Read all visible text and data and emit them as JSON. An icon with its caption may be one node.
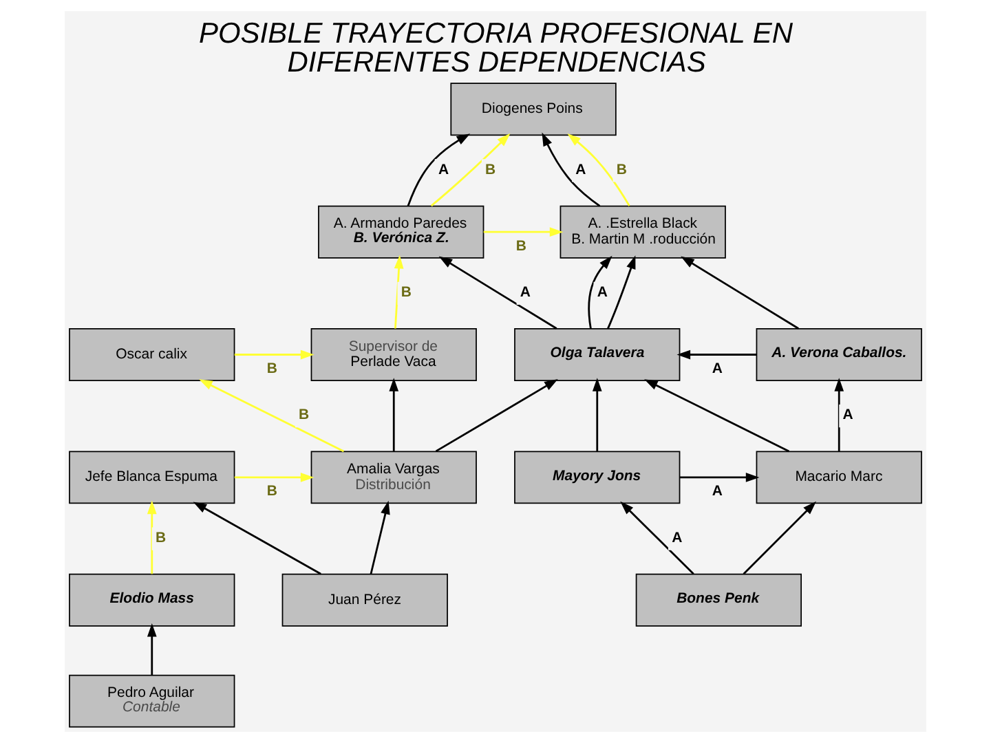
{
  "diagram": {
    "title": "POSIBLE TRAYECTORIA PROFESIONAL EN DIFERENTES DEPENDENCIAS",
    "nodes": [
      {
        "text": [
          "Diogenes Poins"
        ]
      },
      {
        "text": [
          "A. .Estrella Black",
          "B. Martin M .roducción"
        ]
      },
      {
        "text": [
          "A. Armando Paredes",
          "B. Verónica Z."
        ]
      },
      {
        "text": [
          "A. Verona Caballos."
        ]
      },
      {
        "text": [
          "Olga Talavera"
        ]
      },
      {
        "text": [
          "Oscar calix"
        ]
      },
      {
        "text": [
          "Supervisor de",
          "Perlade Vaca"
        ]
      },
      {
        "text": [
          "Macario Marc"
        ]
      },
      {
        "text": [
          "Mayory Jons"
        ]
      },
      {
        "text": [
          "Amalia Vargas",
          "Distribución"
        ]
      },
      {
        "text": [
          "Jefe Blanca Espuma"
        ]
      },
      {
        "text": [
          "Bones Penk"
        ]
      },
      {
        "text": [
          "Juan Pérez"
        ]
      },
      {
        "text": [
          "Elodio Mass"
        ]
      },
      {
        "text": [
          "Pedro Aguilar",
          "Contable"
        ]
      }
    ],
    "edges": [
      {
        "from": 1,
        "to": 0,
        "arrow": "to",
        "label": "A"
      },
      {
        "from": 1,
        "to": 0,
        "arrow": "to",
        "label": "B",
        "color": "#ffff33"
      },
      {
        "from": 2,
        "to": 0,
        "arrow": "to",
        "label": "A"
      },
      {
        "from": 2,
        "to": 0,
        "arrow": "to",
        "label": "B",
        "color": "#ffff33"
      },
      {
        "from": 2,
        "to": 1,
        "arrow": "to",
        "label": "B",
        "color": "#ffff33"
      },
      {
        "from": 4,
        "to": 1,
        "arrow": "to",
        "label": "A"
      },
      {
        "from": 4,
        "to": 2,
        "arrow": "to",
        "label": "A"
      },
      {
        "from": 4,
        "to": 1,
        "arrow": "to"
      },
      {
        "from": 3,
        "to": 1,
        "arrow": "to"
      },
      {
        "from": 3,
        "to": 4,
        "arrow": "to",
        "label": "A"
      },
      {
        "from": 6,
        "to": 2,
        "arrow": "to",
        "label": "B",
        "color": "#ffff33"
      },
      {
        "from": 5,
        "to": 6,
        "arrow": "to",
        "label": "B",
        "color": "#ffff33"
      },
      {
        "from": 7,
        "to": 3,
        "arrow": "to",
        "label": "A"
      },
      {
        "from": 7,
        "to": 4,
        "arrow": "to"
      },
      {
        "from": 8,
        "to": 4,
        "arrow": "to"
      },
      {
        "from": 8,
        "to": 7,
        "arrow": "to",
        "label": "A"
      },
      {
        "from": 9,
        "to": 4,
        "arrow": "to"
      },
      {
        "from": 9,
        "to": 5,
        "arrow": "to",
        "label": "B",
        "color": "#ffff33"
      },
      {
        "from": 9,
        "to": 6,
        "arrow": "to"
      },
      {
        "from": 10,
        "to": 9,
        "arrow": "to",
        "label": "B",
        "color": "#ffff33"
      },
      {
        "from": 11,
        "to": 8,
        "arrow": "to",
        "label": "A"
      },
      {
        "from": 11,
        "to": 7,
        "arrow": "to"
      },
      {
        "from": 12,
        "to": 9,
        "arrow": "to"
      },
      {
        "from": 12,
        "to": 10,
        "arrow": "to"
      },
      {
        "from": 13,
        "to": 10,
        "arrow": "to",
        "label": "B",
        "color": "#ffff33"
      },
      {
        "from": 14,
        "to": 13,
        "arrow": "to"
      }
    ]
  }
}
